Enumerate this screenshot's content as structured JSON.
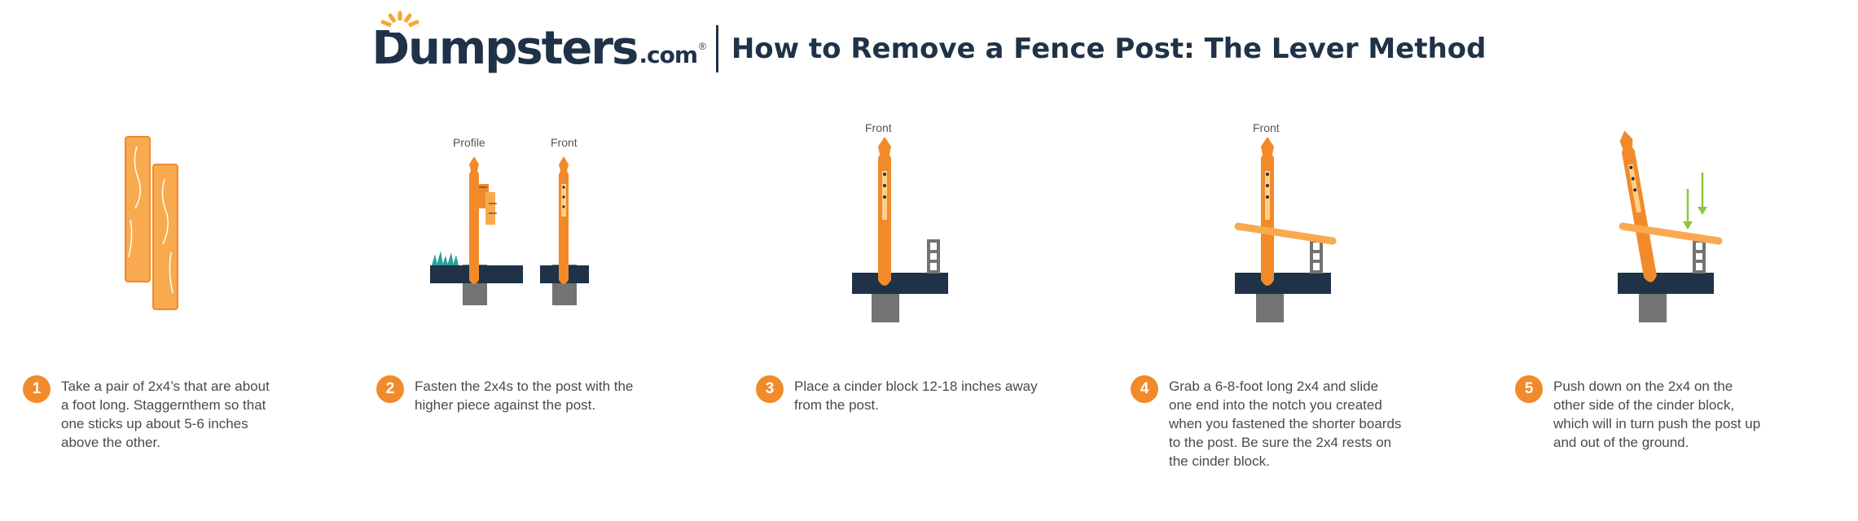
{
  "header": {
    "logo_name": "Dumpsters",
    "logo_tld": ".com",
    "logo_reg": "®",
    "title": "How to Remove a Fence Post: The Lever Method"
  },
  "illustrations": {
    "step2_profile_label": "Profile",
    "step2_front_label": "Front",
    "step3_label": "Front",
    "step4_label": "Front"
  },
  "steps": [
    {
      "number": "1",
      "text": "Take a pair of 2x4’s that are about a foot long. Staggernthem so that one sticks up about 5-6 inches above the other."
    },
    {
      "number": "2",
      "text": "Fasten the 2x4s to the post with the higher piece against the post."
    },
    {
      "number": "3",
      "text": "Place a cinder block 12-18 inches away from the post."
    },
    {
      "number": "4",
      "text": "Grab a 6-8-foot long 2x4 and slide one end into the notch you created when you fastened the shorter boards to the post. Be sure the 2x4 rests on the cinder block."
    },
    {
      "number": "5",
      "text": "Push down on the 2x4 on the other side of the cinder block, which will in turn push the post up and out of the ground."
    }
  ],
  "colors": {
    "orange": "#f28a2a",
    "light_orange": "#f9a94e",
    "navy": "#1f3247",
    "gray": "#737373",
    "green": "#8cc63f"
  }
}
